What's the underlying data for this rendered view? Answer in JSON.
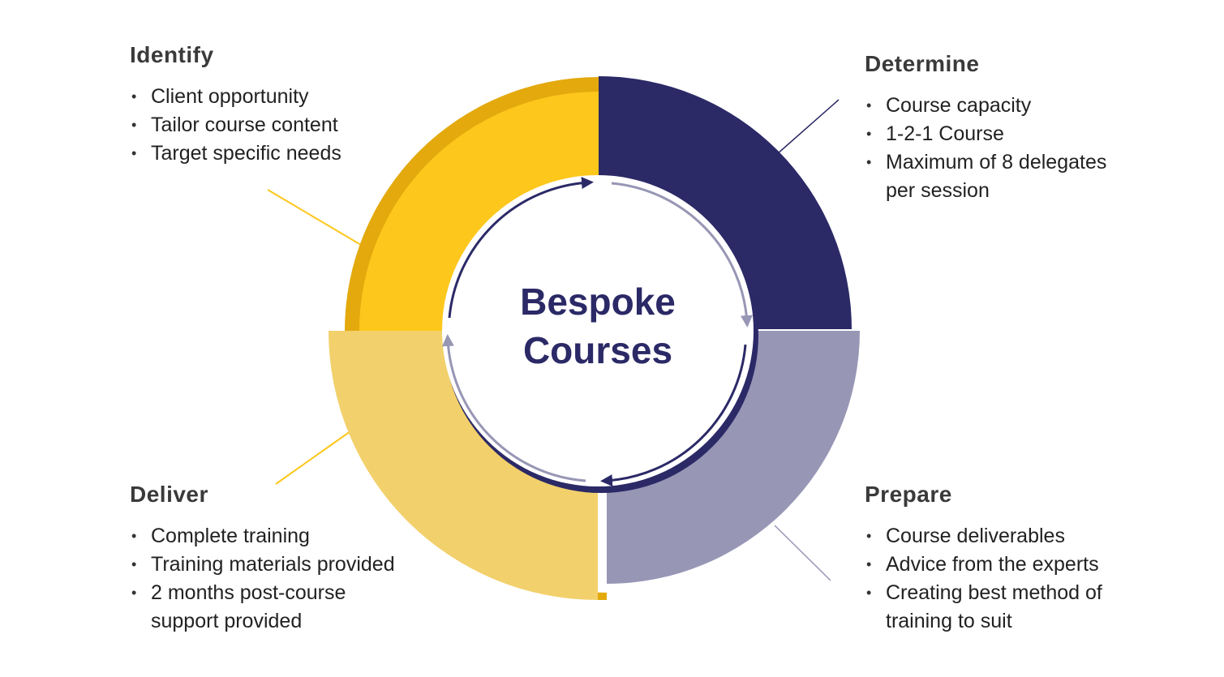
{
  "center": {
    "line1": "Bespoke",
    "line2": "Courses"
  },
  "sections": {
    "identify": {
      "title": "Identify",
      "items": [
        "Client opportunity",
        "Tailor course content",
        "Target specific needs"
      ]
    },
    "determine": {
      "title": "Determine",
      "items": [
        "Course capacity",
        "1-2-1 Course",
        "Maximum of 8 delegates per session"
      ]
    },
    "deliver": {
      "title": "Deliver",
      "items": [
        "Complete training",
        "Training materials provided",
        "2 months post-course support provided"
      ]
    },
    "prepare": {
      "title": "Prepare",
      "items": [
        "Course deliverables",
        "Advice from the experts",
        "Creating best method of training to suit"
      ]
    }
  },
  "colors": {
    "identify": "#fdc71c",
    "identify_shadow": "#e3a90d",
    "determine": "#2b2966",
    "prepare": "#9796b5",
    "deliver": "#f2d06b",
    "deliver_edge": "#e3a90d",
    "arrow_dark": "#2b2966",
    "arrow_light": "#9796b5",
    "text_primary": "#2b2966"
  }
}
